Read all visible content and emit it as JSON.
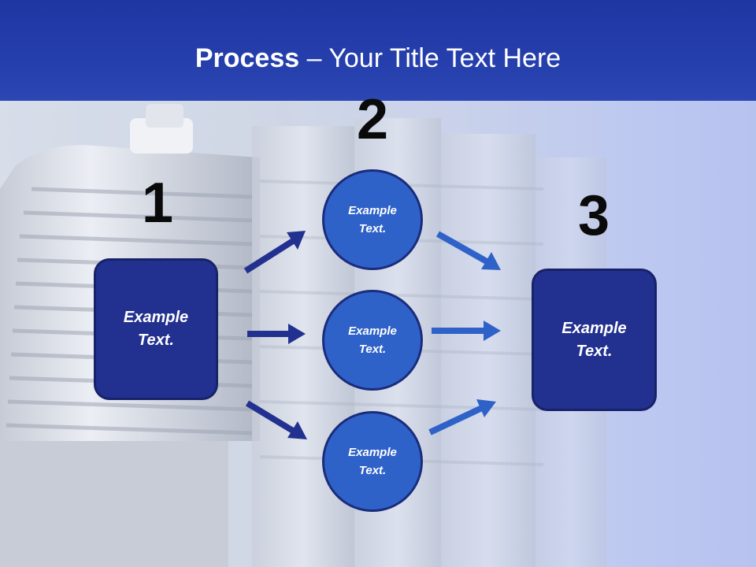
{
  "title": {
    "bold": "Process",
    "rest": " – Your Title Text Here"
  },
  "steps": {
    "one": "1",
    "two": "2",
    "three": "3"
  },
  "box_left": {
    "text": "Example\nText."
  },
  "box_right": {
    "text": "Example\nText."
  },
  "circles": [
    {
      "text": "Example\nText."
    },
    {
      "text": "Example\nText."
    },
    {
      "text": "Example\nText."
    }
  ],
  "colors": {
    "header": "#2640ae",
    "box": "#22318f",
    "circle": "#2f62c8",
    "arrow_dark": "#22318f",
    "arrow_light": "#2f62c8"
  }
}
